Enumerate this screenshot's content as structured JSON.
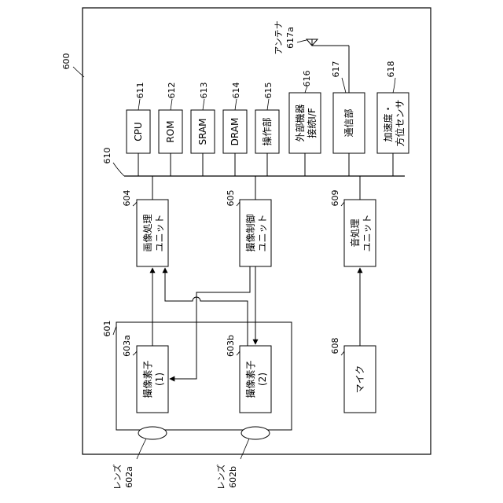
{
  "figure": {
    "system_ref": "600",
    "bus_ref": "610",
    "bus_blocks": [
      {
        "ref": "611",
        "lines": [
          "CPU"
        ]
      },
      {
        "ref": "612",
        "lines": [
          "ROM"
        ]
      },
      {
        "ref": "613",
        "lines": [
          "SRAM"
        ]
      },
      {
        "ref": "614",
        "lines": [
          "DRAM"
        ]
      },
      {
        "ref": "615",
        "lines": [
          "操作部"
        ]
      },
      {
        "ref": "616",
        "lines": [
          "外部機器",
          "接続I/F"
        ]
      },
      {
        "ref": "617",
        "lines": [
          "通信部"
        ]
      },
      {
        "ref": "618",
        "lines": [
          "加速度・",
          "方位センサ"
        ]
      }
    ],
    "antenna": {
      "label": "アンテナ",
      "ref": "617a"
    },
    "units": [
      {
        "ref": "604",
        "lines": [
          "画像処理",
          "ユニット"
        ]
      },
      {
        "ref": "605",
        "lines": [
          "撮像制御",
          "ユニット"
        ]
      },
      {
        "ref": "609",
        "lines": [
          "音処理",
          "ユニット"
        ]
      }
    ],
    "camera_ref": "601",
    "sensors": [
      {
        "ref": "603a",
        "lines": [
          "撮像素子",
          "(1)"
        ]
      },
      {
        "ref": "603b",
        "lines": [
          "撮像素子",
          "(2)"
        ]
      }
    ],
    "mic": {
      "ref": "608",
      "label": "マイク"
    },
    "lenses": [
      {
        "label": "レンズ",
        "ref": "602a"
      },
      {
        "label": "レンズ",
        "ref": "602b"
      }
    ]
  }
}
